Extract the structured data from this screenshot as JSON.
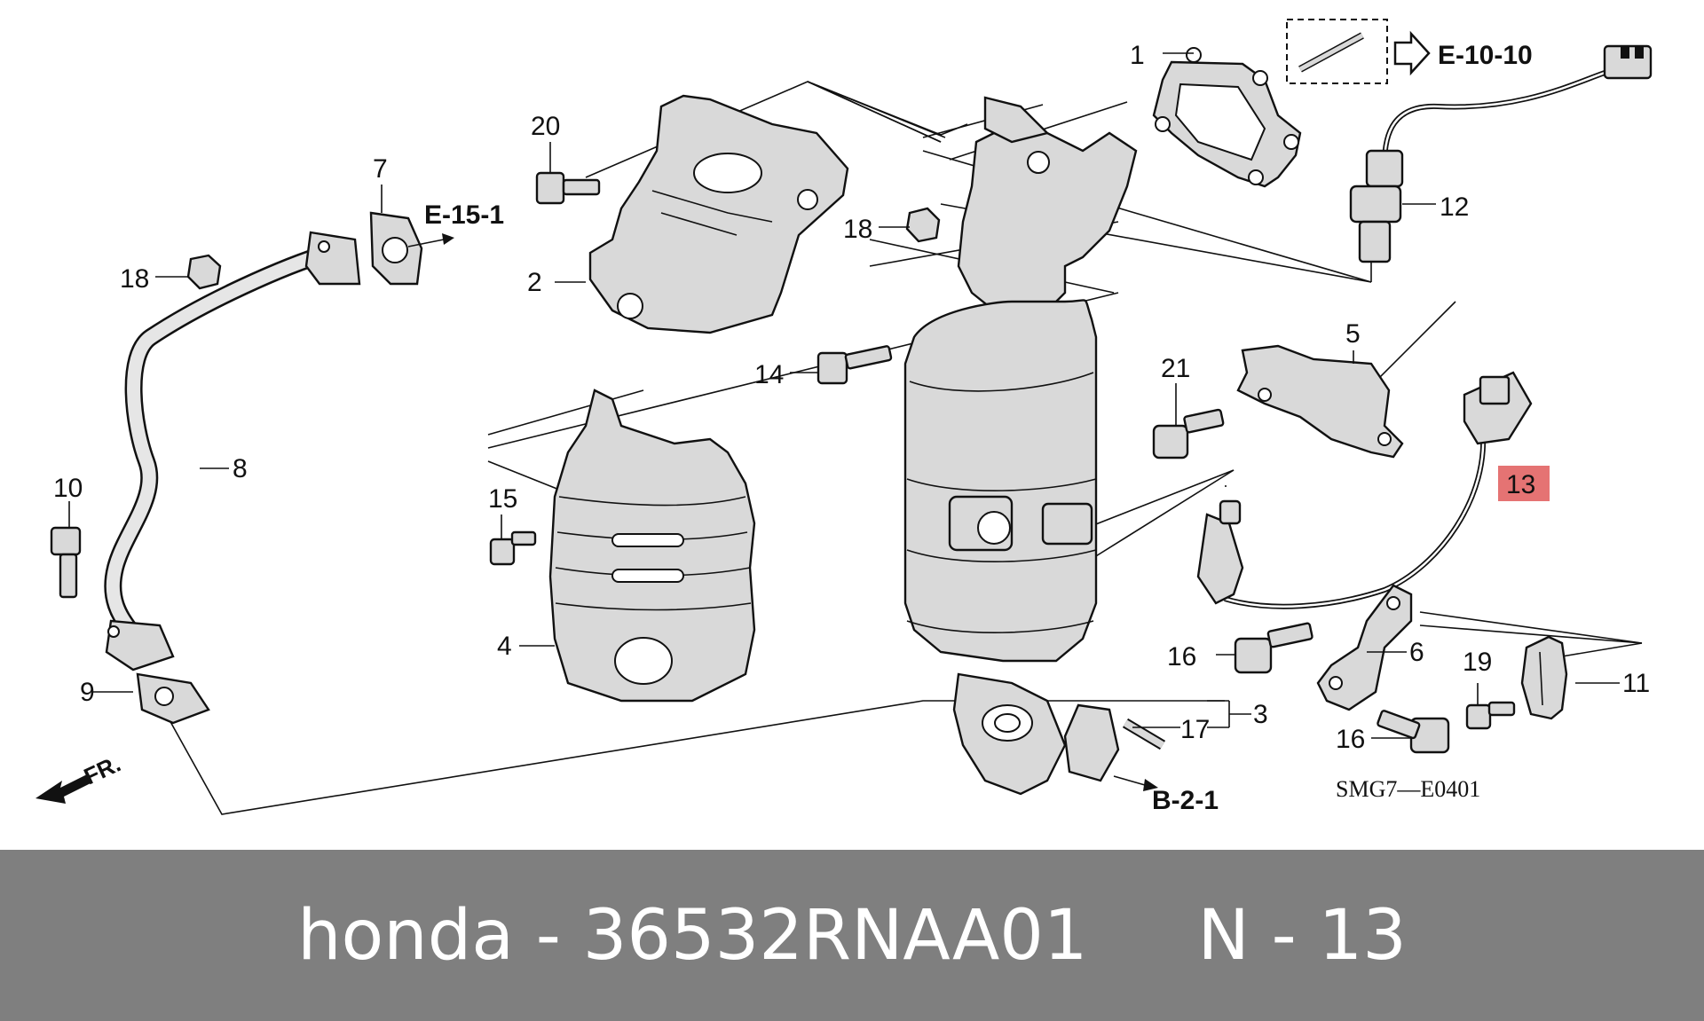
{
  "callouts": {
    "n1": "1",
    "n2": "2",
    "n3": "3",
    "n4": "4",
    "n5": "5",
    "n6": "6",
    "n7": "7",
    "n8": "8",
    "n9": "9",
    "n10": "10",
    "n11": "11",
    "n12": "12",
    "n13": "13",
    "n14": "14",
    "n15": "15",
    "n16a": "16",
    "n16b": "16",
    "n17": "17",
    "n18a": "18",
    "n18b": "18",
    "n19": "19",
    "n20": "20",
    "n21": "21"
  },
  "references": {
    "e1010": "E-10-10",
    "e151": "E-15-1",
    "b21": "B-2-1",
    "front": "FR."
  },
  "diagram_code": "SMG7—E0401",
  "highlight_color": "#e57373",
  "footer": {
    "text": "honda - 36532RNAA01     N - 13",
    "background": "#7f7f7f"
  }
}
